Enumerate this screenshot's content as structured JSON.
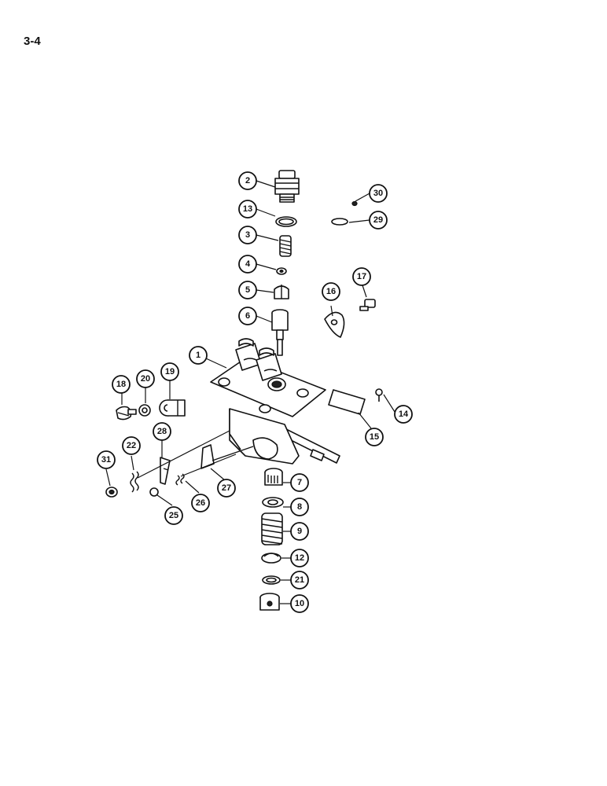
{
  "page": {
    "number": "3-4"
  },
  "diagram": {
    "type": "exploded-parts-view",
    "callouts": [
      "1",
      "2",
      "3",
      "4",
      "5",
      "6",
      "7",
      "8",
      "9",
      "10",
      "12",
      "13",
      "14",
      "15",
      "16",
      "17",
      "18",
      "19",
      "20",
      "21",
      "22",
      "25",
      "26",
      "27",
      "28",
      "29",
      "30",
      "31"
    ]
  }
}
